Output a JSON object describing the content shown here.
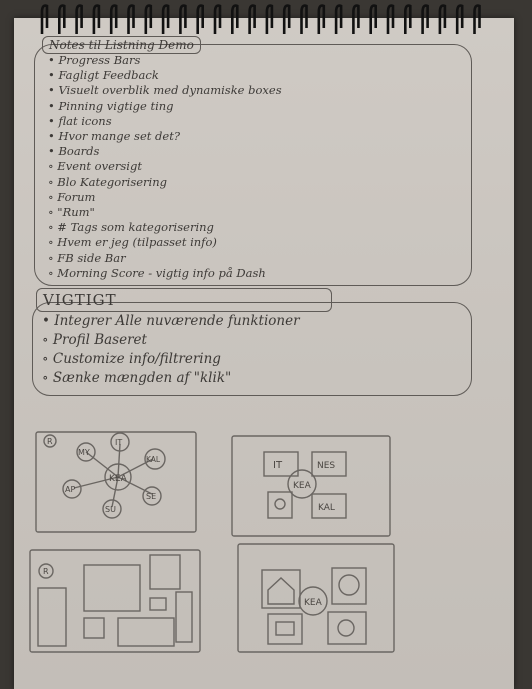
{
  "notes": {
    "title": "Notes til Listning Demo",
    "items": [
      "Progress Bars",
      "Fagligt Feedback",
      "Visuelt overblik med dynamiske boxes",
      "Pinning vigtige ting",
      "flat icons",
      "Hvor mange set det?",
      "Boards",
      "Event oversigt",
      "Blo Kategorisering",
      "Forum",
      "\"Rum\"",
      "# Tags som kategorisering",
      "Hvem er jeg (tilpasset info)",
      "FB side Bar",
      "Morning Score - vigtig info på Dash"
    ]
  },
  "important": {
    "title": "VIGTIGT",
    "items": [
      "Integrer Alle nuværende funktioner",
      "Profil Baseret",
      "Customize info/filtrering",
      "Sænke mængden af \"klik\""
    ]
  },
  "sketch1": {
    "corner": "R",
    "center": "KEA",
    "nodes": [
      "MY",
      "IT",
      "KAL",
      "SE",
      "SU",
      "AP"
    ]
  },
  "sketch2": {
    "tiles": [
      "IT",
      "NES",
      "KAL"
    ],
    "center": "KEA"
  },
  "sketch3": {
    "corner": "R"
  },
  "sketch4": {
    "center": "KEA"
  }
}
